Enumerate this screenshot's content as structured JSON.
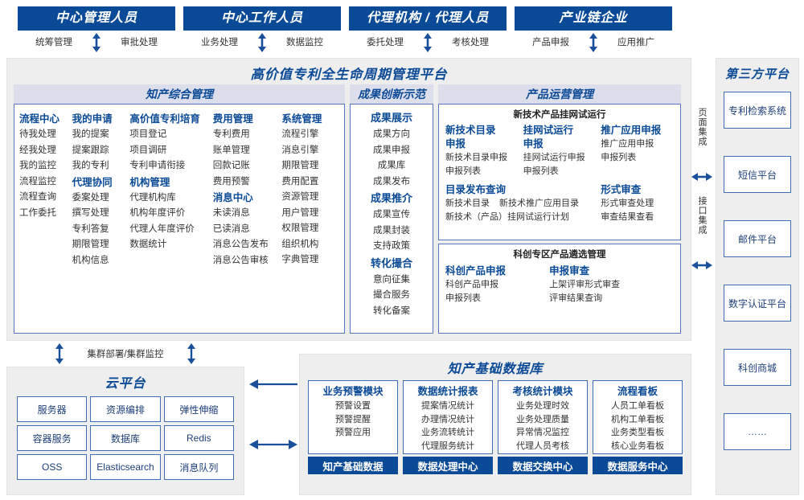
{
  "roles": [
    {
      "title": "中心管理人员",
      "left": "统筹管理",
      "right": "审批处理"
    },
    {
      "title": "中心工作人员",
      "left": "业务处理",
      "right": "数据监控"
    },
    {
      "title": "代理机构 / 代理人员",
      "left": "委托处理",
      "right": "考核处理"
    },
    {
      "title": "产业链企业",
      "left": "产品申报",
      "right": "应用推广"
    }
  ],
  "platform": {
    "title": "高价值专利全生命周期管理平台",
    "sectionA": {
      "header": "知产综合管理",
      "columns": [
        {
          "groups": [
            {
              "head": "流程中心",
              "items": [
                "待我处理",
                "经我处理",
                "我的监控",
                "流程监控",
                "流程查询",
                "工作委托"
              ]
            }
          ]
        },
        {
          "groups": [
            {
              "head": "我的申请",
              "items": [
                "我的提案",
                "提案跟踪",
                "我的专利"
              ]
            },
            {
              "head": "代理协同",
              "items": [
                "委案处理",
                "撰写处理",
                "专利答复",
                "期限管理",
                "机构信息"
              ]
            }
          ]
        },
        {
          "groups": [
            {
              "head": "高价值专利培育",
              "items": [
                "项目登记",
                "项目调研",
                "专利申请衔接"
              ]
            },
            {
              "head": "机构管理",
              "items": [
                "代理机构库",
                "机构年度评价",
                "代理人年度评价",
                "数据统计"
              ]
            }
          ]
        },
        {
          "groups": [
            {
              "head": "费用管理",
              "items": [
                "专利费用",
                "账单管理",
                "回款记账",
                "费用预警"
              ]
            },
            {
              "head": "消息中心",
              "items": [
                "未读消息",
                "已读消息",
                "消息公告发布",
                "消息公告审核"
              ]
            }
          ]
        },
        {
          "groups": [
            {
              "head": "系统管理",
              "items": [
                "流程引擎",
                "消息引擎",
                "期限管理",
                "费用配置",
                "资源管理",
                "用户管理",
                "权限管理",
                "组织机构",
                "字典管理"
              ]
            }
          ]
        }
      ]
    },
    "sectionB": {
      "header": "成果创新示范",
      "groups": [
        {
          "head": "成果展示",
          "items": [
            "成果方向",
            "成果申报",
            "成果库",
            "成果发布"
          ]
        },
        {
          "head": "成果推介",
          "items": [
            "成果宣传",
            "成果封装",
            "支持政策"
          ]
        },
        {
          "head": "转化撮合",
          "items": [
            "意向征集",
            "撮合服务",
            "转化备案"
          ]
        }
      ]
    },
    "sectionC": {
      "header": "产品运营管理",
      "panel1": {
        "title": "新技术产品挂网试运行",
        "cols": [
          {
            "head": "新技术目录\n申报",
            "items": [
              "新技术目录申报",
              "申报列表"
            ]
          },
          {
            "head": "挂网试运行\n申报",
            "items": [
              "挂网试运行申报",
              "申报列表"
            ]
          },
          {
            "head": "推广应用申报",
            "items": [
              "推广应用申报",
              "申报列表"
            ]
          }
        ],
        "row2_left_head": "目录发布查询",
        "row2_left_items": [
          "新技术目录",
          "新技术推广应用目录",
          "新技术（产品）挂网试运行计划"
        ],
        "row2_right_head": "形式审查",
        "row2_right_items": [
          "形式审查处理",
          "审查结果查看"
        ]
      },
      "panel2": {
        "title": "科创专区产品遴选管理",
        "cols": [
          {
            "head": "科创产品申报",
            "items": [
              "科创产品申报",
              "申报列表"
            ]
          },
          {
            "head": "申报审查",
            "items": [
              "上架评审形式审查",
              "评审结果查询"
            ]
          }
        ]
      }
    }
  },
  "integration": {
    "page": "页面集成",
    "api": "接口集成"
  },
  "thirdParty": {
    "title": "第三方平台",
    "items": [
      "专利检索系统",
      "短信平台",
      "邮件平台",
      "数字认证平台",
      "科创商城",
      "……"
    ]
  },
  "cluster": {
    "label": "集群部署/集群监控"
  },
  "cloud": {
    "title": "云平台",
    "cells": [
      "服务器",
      "资源编排",
      "弹性伸缩",
      "容器服务",
      "数据库",
      "Redis",
      "OSS",
      "Elasticsearch",
      "消息队列"
    ]
  },
  "kdb": {
    "title": "知产基础数据库",
    "columns": [
      {
        "head": "业务预警模块",
        "items": [
          "预警设置",
          "预警提醒",
          "预警应用"
        ],
        "foot": "知产基础数据"
      },
      {
        "head": "数据统计报表",
        "items": [
          "提案情况统计",
          "办理情况统计",
          "业务流转统计",
          "代理服务统计"
        ],
        "foot": "数据处理中心"
      },
      {
        "head": "考核统计模块",
        "items": [
          "业务处理时效",
          "业务处理质量",
          "异常情况监控",
          "代理人员考核"
        ],
        "foot": "数据交换中心"
      },
      {
        "head": "流程看板",
        "items": [
          "人员工单看板",
          "机构工单看板",
          "业务类型看板",
          "核心业务看板"
        ],
        "foot": "数据服务中心"
      }
    ]
  },
  "colors": {
    "navy": "#0b4a96",
    "headerBg": "#dcdeec",
    "panelBorder": "#5577bb",
    "canvas": "#eeeeee"
  }
}
